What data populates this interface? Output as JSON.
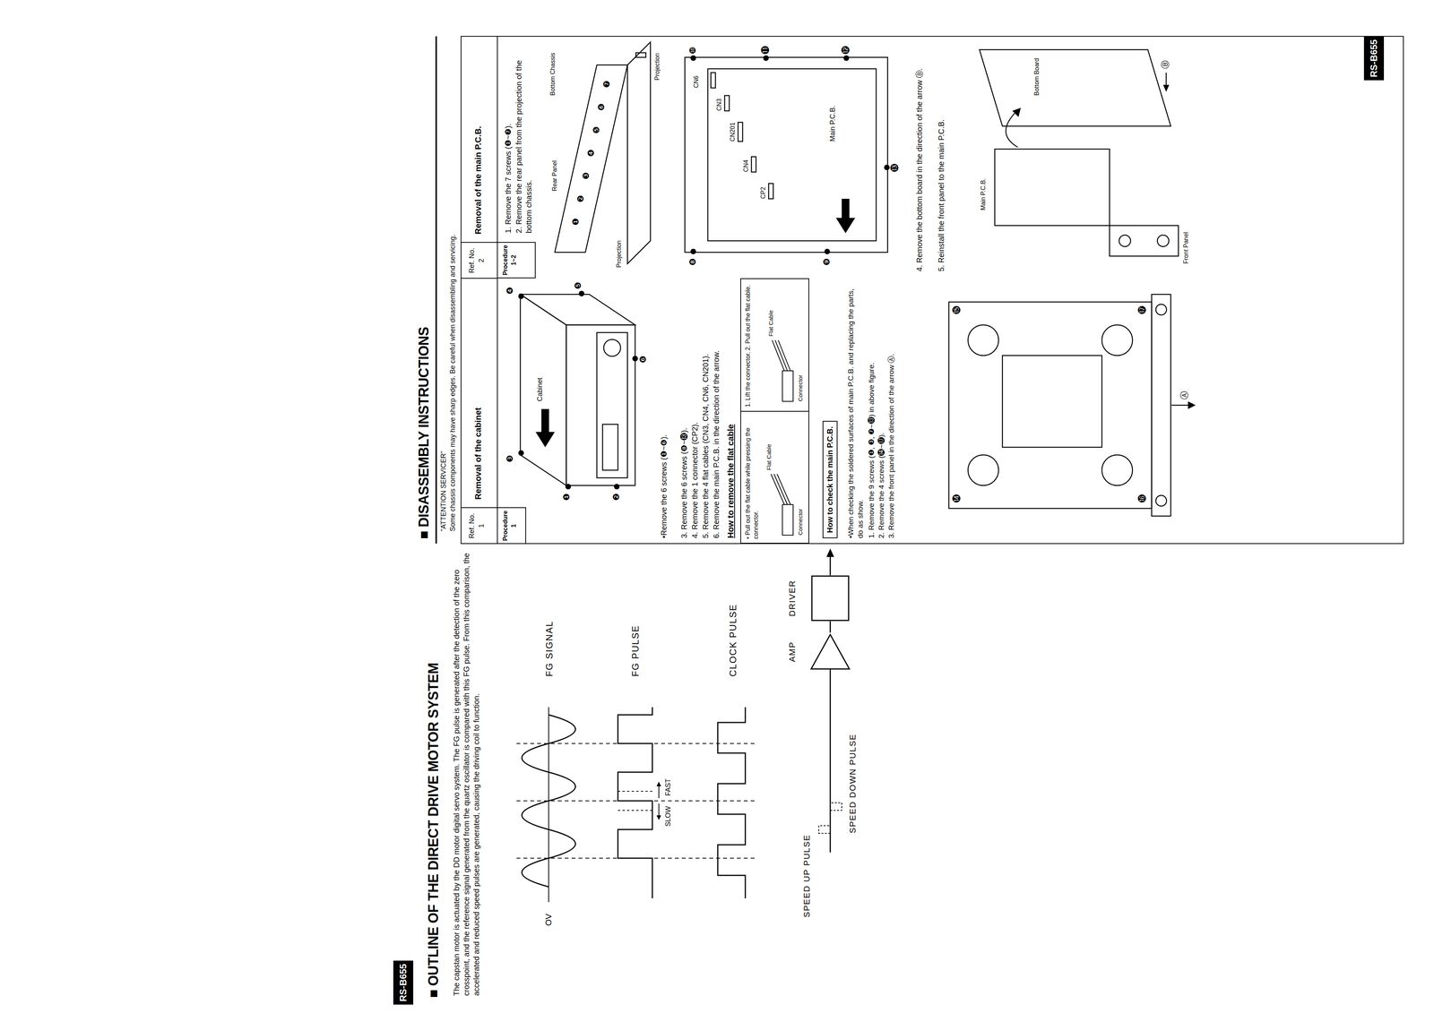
{
  "diagram": {
    "nodes": [
      {
        "text": [
          "RS-B655"
        ]
      },
      {
        "text": [
          "AMP"
        ]
      },
      {
        "text": [
          "DRIVER"
        ]
      },
      {
        "text": [
          "RS-B655"
        ]
      },
      {
        "text": [
          "Ref. No.",
          "1"
        ]
      },
      {
        "text": [
          "Removal of the cabinet"
        ]
      },
      {
        "text": [
          "Procedure",
          "1"
        ]
      },
      {
        "text": [
          "How to remove the flat cable"
        ]
      },
      {
        "text": [
          "• Pull out the flat cable while pressing the connector."
        ],
        "in": 7
      },
      {
        "text": [
          "1. Lift the connector. 2. Pull out the flat cable."
        ],
        "in": 7
      },
      {
        "text": [
          "How to check the main P.C.B."
        ]
      },
      {
        "text": [
          "Ref. No.",
          "2"
        ]
      },
      {
        "text": [
          "Removal of the main P.C.B."
        ]
      },
      {
        "text": [
          "Procedure",
          "1~2"
        ]
      }
    ],
    "edges": [
      {
        "from": 1,
        "to": 2,
        "arrow": "none"
      }
    ],
    "labels": [
      "■ OUTLINE OF THE DIRECT DRIVE MOTOR SYSTEM",
      "The capstan motor is actuated by the DD motor digital servo system. The FG pulse is generated after the detection of the zero crosspoint, and the reference signal generated from the quartz oscillator is compared with this FG pulse. From this comparison, the accelerated and reduced speed pulses are generated, causing the driving coil to function.",
      "OV",
      "FG SIGNAL",
      "FG PULSE",
      "SLOW",
      "FAST",
      "CLOCK PULSE",
      "SPEED UP PULSE",
      "SPEED DOWN PULSE",
      "■ DISASSEMBLY INSTRUCTIONS",
      "\"ATTENTION SERVICER\"",
      "Some chassis components may have sharp edges. Be careful when disassembling and servicing.",
      "Cabinet",
      "•Remove the 6 screws (❶~❻).",
      "3. Remove the 6 screws (❽~⓭).",
      "4. Remove the 1 connector (CP2).",
      "5. Remove the 4 flat cables (CN3, CN4, CN6, CN201).",
      "6. Remove the main P.C.B. in the direction of the arrow.",
      "Flat Cable",
      "Connector",
      "Flat Cable",
      "Connector",
      "•When checking the soldered surfaces of main P.C.B. and replacing the parts, do as show.",
      "1. Remove the 9 screws (❶, ❸, ❼~⓭) in above figure.",
      "2. Remove the 4 screws (⓮~⓱).",
      "3. Remove the front panel in the direction of the arrow Ⓐ.",
      "1. Remove the 7 screws (❶~❼).",
      "2. Remove the rear panel from the projection of the bottom chassis.",
      "Rear Panel",
      "Projection",
      "Bottom Chassis",
      "Projection",
      "CN6",
      "CN3",
      "CN201",
      "CN4",
      "CP2",
      "Main P.C.B.",
      "4. Remove the bottom board in the direction of the arrow Ⓑ.",
      "5. Reinstall the front panel to the main P.C.B.",
      "Main P.C.B.",
      "Bottom Board",
      "Front Panel",
      "❶",
      "❷",
      "❸",
      "❹",
      "❺",
      "❻",
      "❶",
      "❷",
      "❸",
      "❹",
      "❺",
      "❻",
      "❼",
      "❽",
      "❾",
      "❿",
      "⓫",
      "⓬",
      "⓭",
      "⓮",
      "⓯",
      "⓰",
      "⓱",
      "Ⓐ",
      "Ⓑ"
    ]
  }
}
